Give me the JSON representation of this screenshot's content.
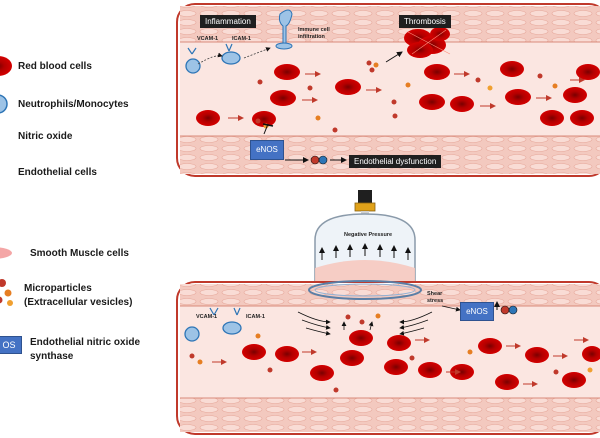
{
  "legend": {
    "red_blood_cells": "Red blood cells",
    "neutrophils": "Neutrophils/Monocytes",
    "nitric_oxide": "Nitric oxide",
    "endothelial_cells": "Endothelial cells",
    "smooth_muscle": "Smooth Muscle cells",
    "microparticles_1": "Microparticles",
    "microparticles_2": "(Extracellular vesicles)",
    "enos_legend_box": "OS",
    "enos_1": "Endothelial nitric oxide",
    "enos_2": "synthase"
  },
  "top_vessel": {
    "inflammation": "Inflammation",
    "vcam": "VCAM-1",
    "icam": "ICAM-1",
    "immune_1": "Immune cell",
    "immune_2": "infiltration",
    "thrombosis": "Thrombosis",
    "enos": "eNOS",
    "dysfunction": "Endothelial dysfunction"
  },
  "bottom_vessel": {
    "negative_pressure": "Negative Pressure",
    "vcam": "VCAM-1",
    "icam": "ICAM-1",
    "shear_1": "Shear",
    "shear_2": "stress",
    "enos": "eNOS"
  },
  "colors": {
    "wall": "#f6d0c8",
    "lumen": "#fbe3de",
    "rbc": "#c00000",
    "border": "#c0392b",
    "enos": "#4472c4"
  }
}
